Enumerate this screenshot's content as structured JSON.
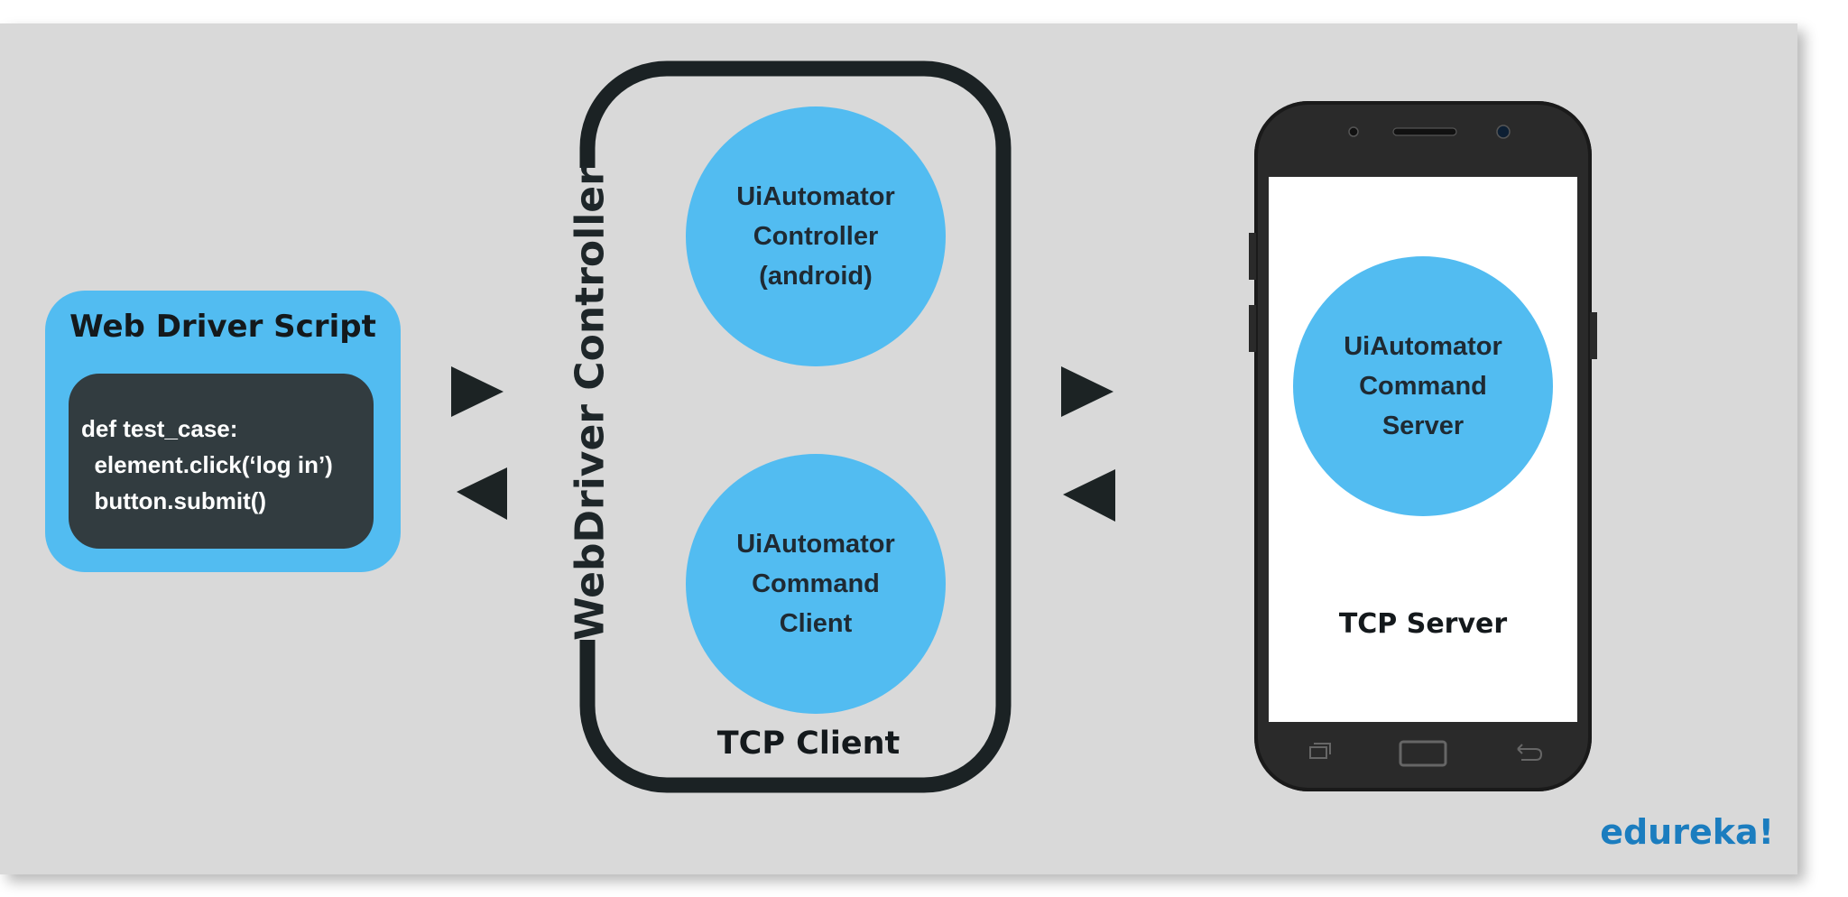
{
  "script_box": {
    "title": "Web Driver Script",
    "code_lines": [
      "def test_case:",
      "  element.click(‘log in’)",
      "  button.submit()"
    ]
  },
  "controller": {
    "label": "WebDriver Controller",
    "top_circle": "UiAutomator\nController\n(android)",
    "bottom_circle": "UiAutomator\nCommand\nClient",
    "footer": "TCP Client"
  },
  "phone": {
    "circle": "UiAutomator\nCommand\nServer",
    "footer": "TCP Server"
  },
  "brand": "edureka!",
  "colors": {
    "accent_blue": "#52bcf1",
    "code_bg": "#323c40",
    "background": "#d9d9d9",
    "brand": "#1b7dbf"
  }
}
